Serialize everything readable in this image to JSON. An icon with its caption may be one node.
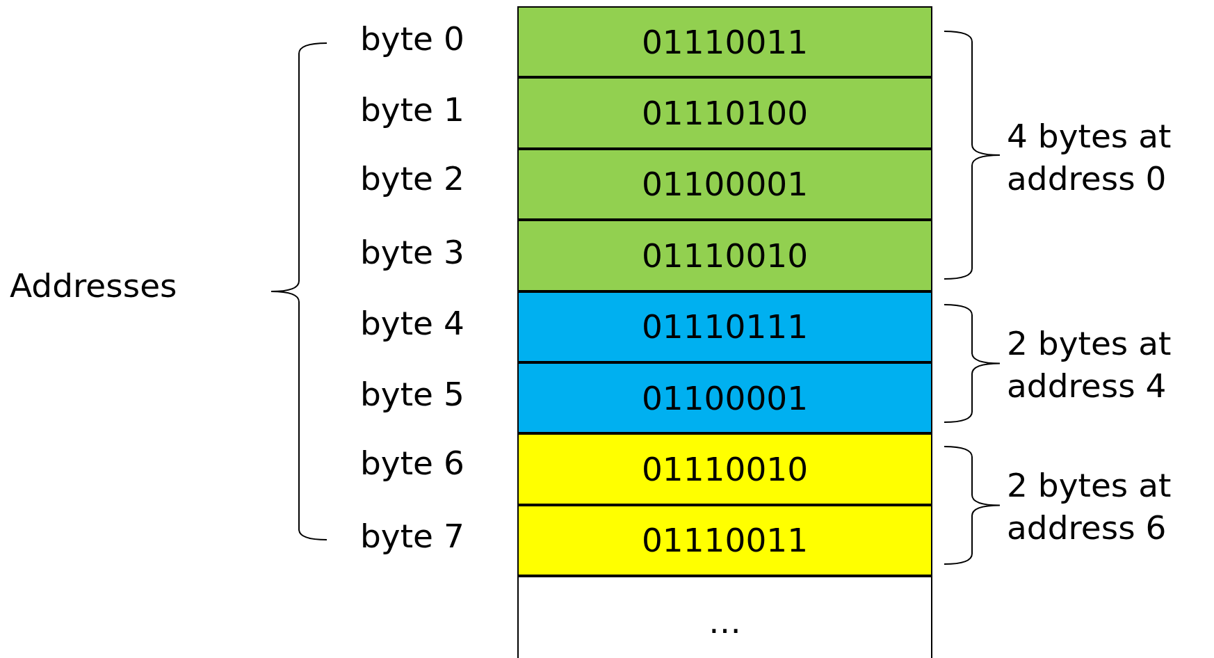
{
  "diagram": {
    "nodes": [
      {
        "text": [
          "01110011"
        ]
      },
      {
        "text": [
          "01110100"
        ]
      },
      {
        "text": [
          "01100001"
        ]
      },
      {
        "text": [
          "01110010"
        ]
      },
      {
        "text": [
          "01110111"
        ]
      },
      {
        "text": [
          "01100001"
        ]
      },
      {
        "text": [
          "01110010"
        ]
      },
      {
        "text": [
          "01110011"
        ]
      },
      {
        "text": [
          "…"
        ]
      }
    ],
    "labels": [
      "byte 0",
      "byte 1",
      "byte 2",
      "byte 3",
      "Addresses",
      "byte 4",
      "byte 5",
      "byte 6",
      "byte 7",
      "4 bytes at address 0",
      "2 bytes at address 4",
      "2 bytes at address 6"
    ]
  }
}
